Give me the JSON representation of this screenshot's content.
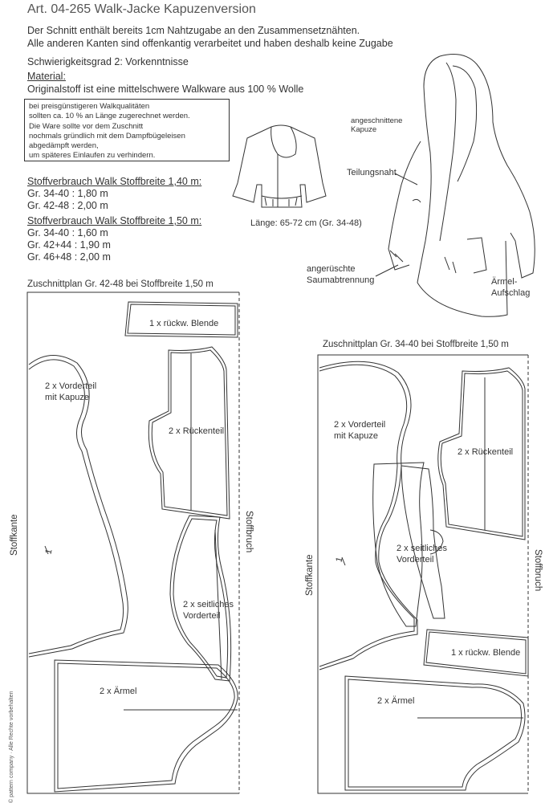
{
  "header": {
    "title": "Art. 04-265 Walk-Jacke Kapuzenversion",
    "intro_line1": "Der Schnitt enthält bereits 1cm Nahtzugabe an den Zusammensetznähten.",
    "intro_line2": "Alle anderen Kanten sind offenkantig verarbeitet und haben deshalb keine Zugabe",
    "difficulty": "Schwierigkeitsgrad 2: Vorkenntnisse",
    "material_heading": "Material:",
    "material_text": "Originalstoff ist eine mittelschwere Walkware aus 100 % Wolle"
  },
  "note_box": {
    "lines": [
      "bei preisgünstigeren Walkqualitäten",
      "sollten ca. 10 %   an Länge zugerechnet werden.",
      "Die Ware sollte vor dem Zuschnitt",
      "nochmals gründlich mit dem Dampfbügeleisen",
      "abgedämpft werden,",
      "um späteres Einlaufen zu verhindern."
    ]
  },
  "consumption_140": {
    "heading": "Stoffverbrauch Walk Stoffbreite 1,40 m:",
    "rows": [
      "Gr. 34-40 : 1,80 m",
      "Gr. 42-48 : 2,00 m"
    ]
  },
  "consumption_150": {
    "heading": "Stoffverbrauch Walk Stoffbreite 1,50 m:",
    "rows": [
      "Gr. 34-40 :    1,60 m",
      "Gr. 42+44 : 1,90 m",
      "Gr. 46+48 : 2,00 m"
    ]
  },
  "illustration": {
    "length_note": "Länge: 65-72 cm (Gr. 34-48)",
    "label_hood_line1": "angeschnittene",
    "label_hood_line2": "Kapuze",
    "label_seam": "Teilungsnaht",
    "label_hem_line1": "angerüschte",
    "label_hem_line2": "Saumabtrennung",
    "label_cuff_line1": "Ärmel-",
    "label_cuff_line2": "Aufschlag"
  },
  "layout_large": {
    "title": "Zuschnittplan Gr. 42-48 bei Stoffbreite 1,50 m",
    "piece_blende": "1 x rückw. Blende",
    "piece_vorderteil_line1": "2 x  Vorderteil",
    "piece_vorderteil_line2": "mit Kapuze",
    "piece_rueckenteil": "2 x Rückenteil",
    "piece_seitlich_line1": "2 x  seitliches",
    "piece_seitlich_line2": "Vorderteil",
    "piece_aermel": "2 x  Ärmel",
    "piece_number": "1",
    "stoffkante": "Stoffkante",
    "stoffbruch": "Stoffbruch"
  },
  "layout_small": {
    "title": "Zuschnittplan Gr. 34-40  bei Stoffbreite 1,50 m",
    "piece_vorderteil_line1": "2 x  Vorderteil",
    "piece_vorderteil_line2": "mit Kapuze",
    "piece_rueckenteil": "2 x Rückenteil",
    "piece_seitlich_line1": "2 x  seitliches",
    "piece_seitlich_line2": "Vorderteil",
    "piece_blende": "1 x rückw. Blende",
    "piece_aermel": "2 x  Ärmel",
    "piece_number": "1",
    "stoffkante": "Stoffkante",
    "stoffbruch": "Stoffbruch"
  },
  "footer": {
    "copyright": "© pattern company · Alle Rechte vorbehalten"
  }
}
